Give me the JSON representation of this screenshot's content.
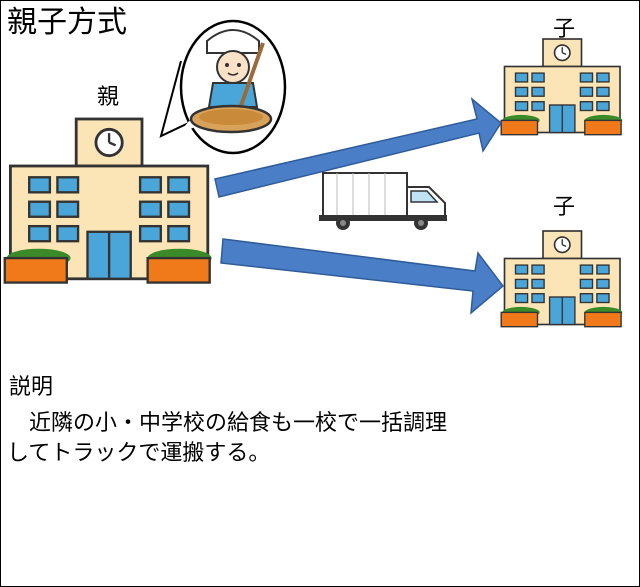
{
  "title": "親子方式",
  "parent_label": "親",
  "child_labels": [
    "子",
    "子"
  ],
  "section_heading": "説明",
  "description": "　近隣の小・中学校の給食も一校で一括調理\nしてトラックで運搬する。",
  "icons": [
    "school-building-icon",
    "cook-icon",
    "delivery-truck-icon",
    "arrow-icon"
  ],
  "colors": {
    "building": "#fbe5b6",
    "window": "#4aa6d8",
    "arrow": "#4a7fc8",
    "planter": "#f07a1a",
    "leaves": "#3a8a2a"
  }
}
